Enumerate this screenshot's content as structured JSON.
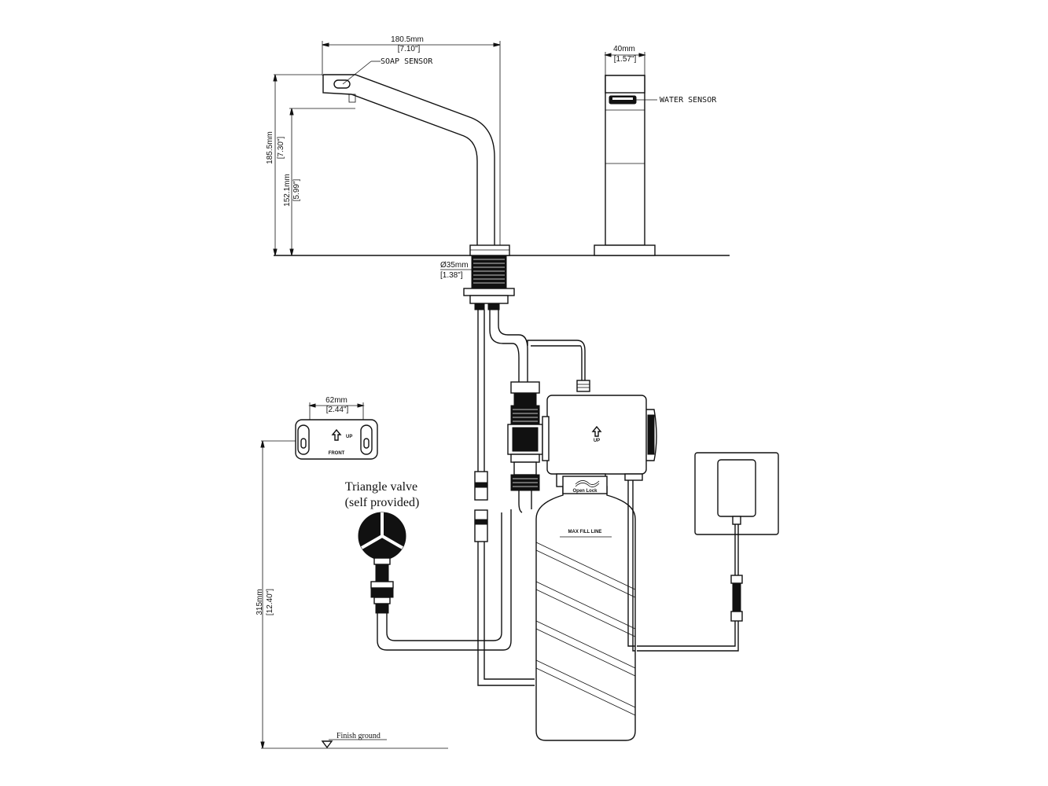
{
  "dimensions": {
    "spout_width_mm": "180.5mm",
    "spout_width_in": "[7.10\"]",
    "spout_height_mm": "185.5mm",
    "spout_height_in": "[7.30\"]",
    "spout_outlet_mm": "152.1mm",
    "spout_outlet_in": "[5.99\"]",
    "body_width_mm": "40mm",
    "body_width_in": "[1.57\"]",
    "shank_dia_mm": "Ø35mm",
    "shank_dia_in": "[1.38\"]",
    "bracket_width_mm": "62mm",
    "bracket_width_in": "[2.44\"]",
    "install_height_mm": "315mm",
    "install_height_in": "[12.40\"]"
  },
  "labels": {
    "soap_sensor": "SOAP SENSOR",
    "water_sensor": "WATER SENSOR",
    "triangle_valve_line1": "Triangle valve",
    "triangle_valve_line2": "(self provided)",
    "finish_ground": "Finish ground",
    "max_fill_line": "MAX FILL LINE",
    "bracket_up": "UP",
    "bracket_front": "FRONT",
    "control_box_up": "UP",
    "open_lock": "Open  Lock"
  },
  "colors": {
    "line": "#111111",
    "background": "#ffffff"
  },
  "icons": [
    "up-arrow-icon",
    "lock-icon",
    "triangle-valve-knob-icon",
    "ground-marker-icon"
  ]
}
